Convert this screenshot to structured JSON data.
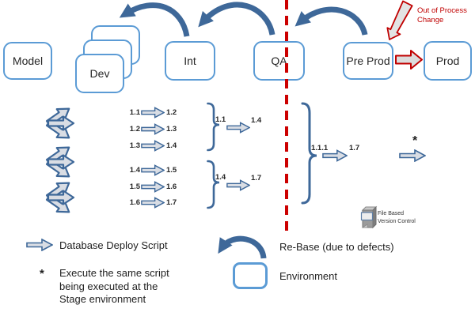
{
  "colors": {
    "box_border_blue": "#5B9BD5",
    "dark_steel_blue": "#3E6899",
    "arrow_fill_gray": "#D9DDE4",
    "red_accent": "#C00000",
    "text": "#262626"
  },
  "environments": {
    "model": "Model",
    "dev": "Dev",
    "int": "Int",
    "qa": "QA",
    "preprod": "Pre Prod",
    "prod": "Prod"
  },
  "out_of_process": {
    "line1": "Out of Process",
    "line2": "Change"
  },
  "dev_scripts": {
    "group1": [
      {
        "from": "1.1",
        "to": "1.2"
      },
      {
        "from": "1.2",
        "to": "1.3"
      },
      {
        "from": "1.3",
        "to": "1.4"
      }
    ],
    "group2": [
      {
        "from": "1.4",
        "to": "1.5"
      },
      {
        "from": "1.5",
        "to": "1.6"
      },
      {
        "from": "1.6",
        "to": "1.7"
      }
    ]
  },
  "int_scripts": [
    {
      "from": "1.1",
      "to": "1.4"
    },
    {
      "from": "1.4",
      "to": "1.7"
    }
  ],
  "qa_script": {
    "from": "1.1.1",
    "to": "1.7"
  },
  "stage_script": {
    "marker": "*"
  },
  "version_control": {
    "line1": "File Based",
    "line2": "Version Control"
  },
  "legend": {
    "deploy_label": "Database Deploy Script",
    "star_marker": "*",
    "star_note_line1": "Execute the same script",
    "star_note_line2": "being executed at the",
    "star_note_line3": "Stage environment",
    "rebase_label": "Re-Base (due to defects)",
    "environment_label": "Environment"
  }
}
